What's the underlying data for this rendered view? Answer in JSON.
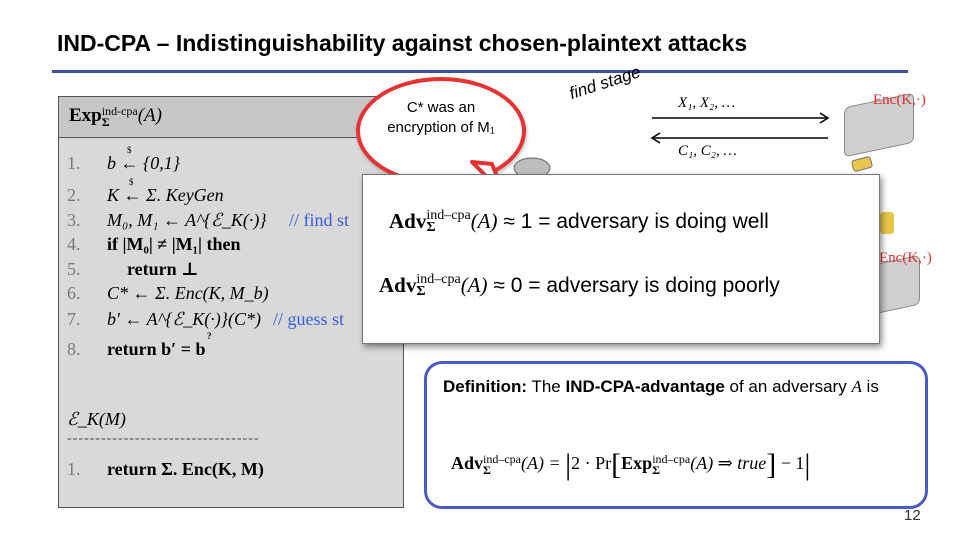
{
  "slide": {
    "title": "IND-CPA – Indistinguishability against chosen-plaintext attacks",
    "page_number": "12",
    "accent_color": "#3b4fa0"
  },
  "experiment": {
    "title_base": "Exp",
    "title_sup": "ind-cpa",
    "title_sub": "Σ",
    "title_arg": "(A)",
    "lines": [
      {
        "num": "1.",
        "code": "b ← {0,1}",
        "mark": "$"
      },
      {
        "num": "2.",
        "code": "K ← Σ. KeyGen",
        "mark": "$"
      },
      {
        "num": "3.",
        "code": "M₀, M₁ ← A^{ℰ_K(·)}",
        "comment": "// find st"
      },
      {
        "num": "4.",
        "code": "if |M₀| ≠ |M₁| then"
      },
      {
        "num": "5.",
        "code": "return ⊥"
      },
      {
        "num": "6.",
        "code": "C* ← Σ. Enc(K, M_b)"
      },
      {
        "num": "7.",
        "code": "b′ ← A^{ℰ_K(·)}(C*)",
        "comment": "// guess st"
      },
      {
        "num": "8.",
        "code": "return b′ = b",
        "mark": "?"
      }
    ],
    "oracle_header": "ℰ_K(M)",
    "separator": "----------------------------------",
    "oracle_lines": [
      {
        "num": "1.",
        "code": "return Σ. Enc(K, M)"
      }
    ]
  },
  "bubble": {
    "line1": "C* was an",
    "line2": "encryption of M₁",
    "color": "#e53232"
  },
  "protocol": {
    "stage_label": "find stage",
    "queries": "X₁, X₂, …",
    "responses": "C₁, C₂, …",
    "oracle_label": "Enc(K,·)",
    "oracle_label_color": "#e03030"
  },
  "advantage_popup": {
    "base": "Adv",
    "sup": "ind–cpa",
    "sub": "Σ",
    "arg": "(A)",
    "line1_value": "≈ 1 = adversary is doing well",
    "line2_value": "≈ 0 = adversary is doing poorly"
  },
  "definition": {
    "label": "Definition:",
    "text1": " The ",
    "emph": "IND-CPA-advantage",
    "text2": " of an adversary ",
    "var": "A",
    "text3": " is",
    "formula_lhs": "(A) = ",
    "formula_mid": "2 · Pr",
    "formula_exp": "Exp",
    "formula_rhs": "(A) ⇒ true",
    "formula_end": " − 1",
    "border_color": "#4a5bc4"
  }
}
